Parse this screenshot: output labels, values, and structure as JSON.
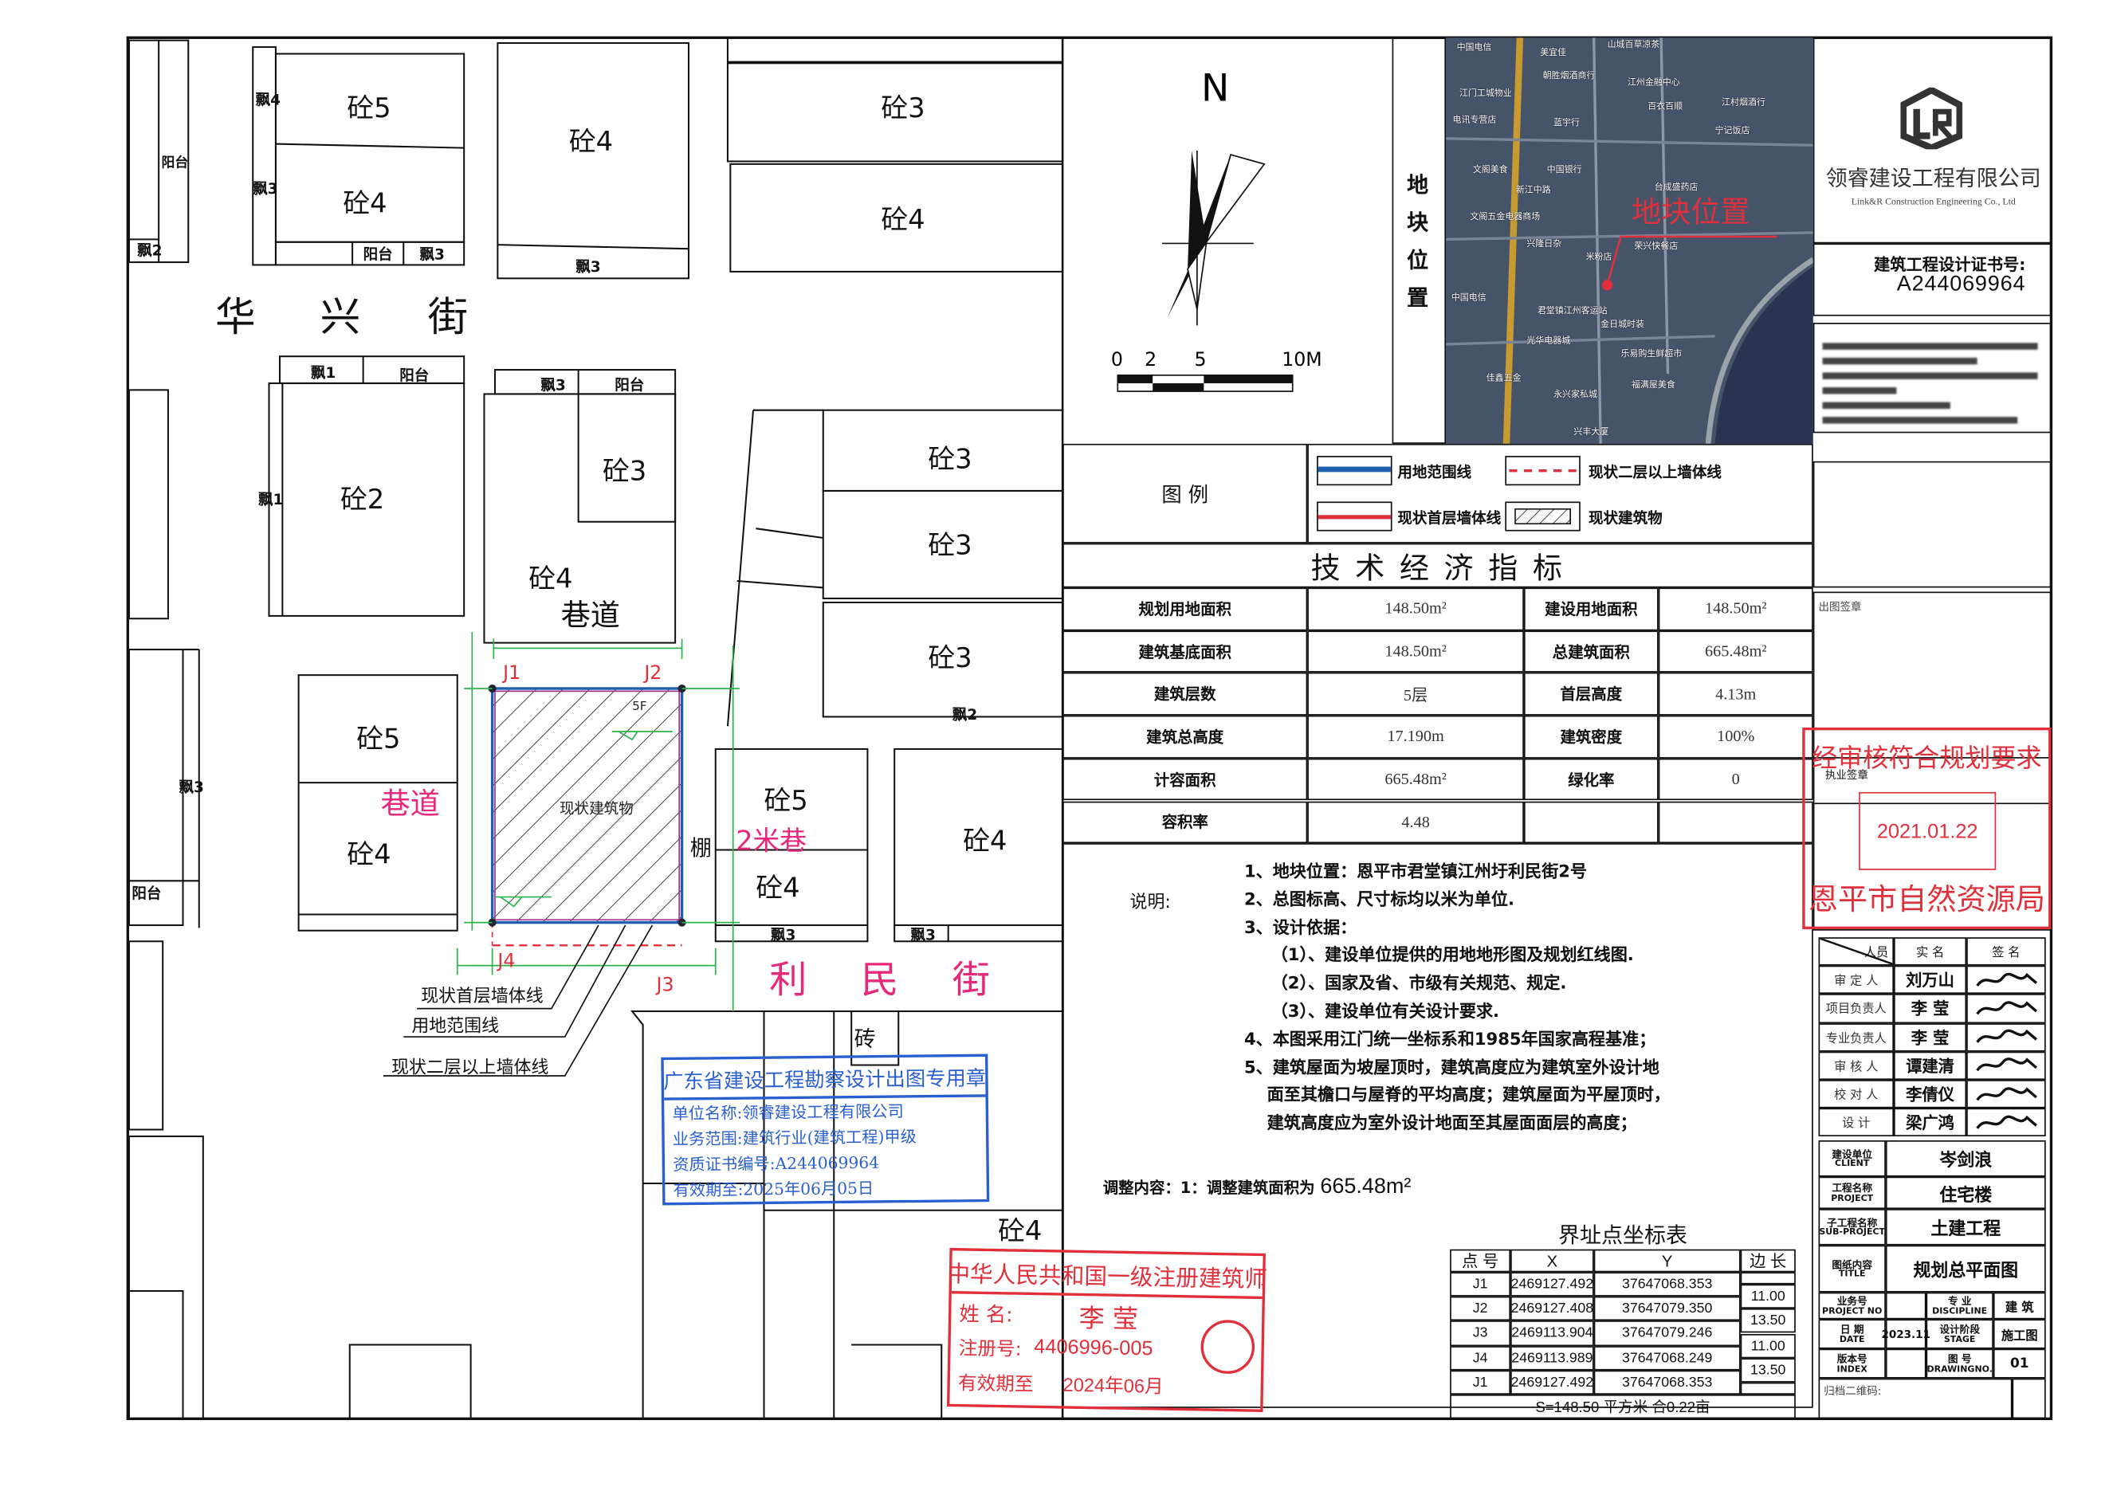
{
  "plan": {
    "streets": {
      "huaxing": [
        "华",
        "兴",
        "街"
      ],
      "limin": [
        "利",
        "民",
        "街"
      ]
    },
    "lane_left": "巷道",
    "lane_top": "巷道",
    "lane_2m": "2米巷",
    "shed": "棚",
    "brick": "砖",
    "existing_building": "现状建筑物",
    "floors": "5F",
    "points": {
      "j1": "J1",
      "j2": "J2",
      "j3": "J3",
      "j4": "J4"
    },
    "leaders": {
      "ground_wall": "现状首层墙体线",
      "site_boundary": "用地范围线",
      "upper_wall": "现状二层以上墙体线"
    },
    "blocks": [
      "砼5",
      "砼4",
      "砼4",
      "砼3",
      "砼4",
      "砼2",
      "砼3",
      "砼4",
      "砼3",
      "砼3",
      "砼3",
      "砼5",
      "砼4",
      "砼5",
      "砼4",
      "砼4",
      "砼4"
    ],
    "small": [
      "飘2",
      "阳台",
      "飘4",
      "飘3",
      "阳台",
      "飘3",
      "飘3",
      "飘1",
      "阳台",
      "飘1",
      "飘3",
      "阳台",
      "飘2",
      "飘3",
      "阳台",
      "飘3",
      "飘3"
    ],
    "colors": {
      "site_boundary": "#1f5fb0",
      "ground_wall": "#e0303c",
      "dimension": "#2bb24c",
      "pink_label": "#e8287a"
    }
  },
  "compass": {
    "north": "N",
    "scale_labels": [
      "0",
      "2",
      "5",
      "10M"
    ]
  },
  "location": {
    "title": "地块位置",
    "map_label": "地块位置",
    "pois": [
      "中国电信",
      "美宜佳",
      "山城百草凉茶",
      "江州金融中心",
      "朝胜烟酒商行",
      "江门工城物业",
      "百衣百顺",
      "江村烟酒行",
      "电讯专营店",
      "蓝宇行",
      "宁记饭店",
      "文阁美食",
      "中国银行",
      "新江中路",
      "台成盛药店",
      "文阁五金电器商场",
      "荣兴快餐店",
      "兴隆日杂",
      "米粉店",
      "中国电信",
      "君堂镇江州客运站",
      "金日城时装",
      "光华电器城",
      "乐易购生鲜超市",
      "佳鑫五金",
      "永兴家私城",
      "福满屋美食",
      "兴丰大厦"
    ]
  },
  "legend": {
    "title": "图 例",
    "items": [
      {
        "label": "用地范围线",
        "color": "#1f5fb0",
        "style": "solid-blue"
      },
      {
        "label": "现状二层以上墙体线",
        "color": "#e0303c",
        "style": "dashed-red"
      },
      {
        "label": "现状首层墙体线",
        "color": "#e0303c",
        "style": "solid-red"
      },
      {
        "label": "现状建筑物",
        "style": "hatched"
      }
    ]
  },
  "tech": {
    "title": "技 术 经 济 指 标",
    "rows": [
      [
        "规划用地面积",
        "148.50m²",
        "建设用地面积",
        "148.50m²"
      ],
      [
        "建筑基底面积",
        "148.50m²",
        "总建筑面积",
        "665.48m²"
      ],
      [
        "建筑层数",
        "5层",
        "首层高度",
        "4.13m"
      ],
      [
        "建筑总高度",
        "17.190m",
        "建筑密度",
        "100%"
      ],
      [
        "计容面积",
        "665.48m²",
        "绿化率",
        "0"
      ],
      [
        "容积率",
        "4.48",
        "",
        ""
      ]
    ]
  },
  "notes": {
    "label": "说明:",
    "lines": [
      "1、地块位置：恩平市君堂镇江州圩利民街2号",
      "2、总图标高、尺寸标均以米为单位.",
      "3、设计依据：",
      "（1）、建设单位提供的用地地形图及规划红线图.",
      "（2）、国家及省、市级有关规范、规定.",
      "（3）、建设单位有关设计要求.",
      "4、本图采用江门统一坐标系和1985年国家高程基准；",
      "5、建筑屋面为坡屋顶时，建筑高度应为建筑室外设计地",
      "面至其檐口与屋脊的平均高度；建筑屋面为平屋顶时，",
      "建筑高度应为室外设计地面至其屋面面层的高度；"
    ],
    "adjust_label": "调整内容：1：调整建筑面积为",
    "adjust_value": "665.48m²"
  },
  "coords": {
    "title": "界址点坐标表",
    "headers": [
      "点 号",
      "X",
      "Y",
      "边 长"
    ],
    "rows": [
      [
        "J1",
        "2469127.492",
        "37647068.353"
      ],
      [
        "J2",
        "2469127.408",
        "37647079.350"
      ],
      [
        "J3",
        "2469113.904",
        "37647079.246"
      ],
      [
        "J4",
        "2469113.989",
        "37647068.249"
      ],
      [
        "J1",
        "2469127.492",
        "37647068.353"
      ]
    ],
    "edges": [
      "11.00",
      "13.50",
      "11.00",
      "13.50"
    ],
    "summary": "S=148.50 平方米 合0.22亩"
  },
  "company": {
    "name_cn": "领睿建设工程有限公司",
    "name_en": "Link&R Construction Engineering Co., Ltd",
    "cert_label": "建筑工程设计证书号:",
    "cert_no": "A244069964"
  },
  "signoff": {
    "out_stamp": "出图签章",
    "practice_stamp": "执业签章",
    "headers": [
      "人员",
      "实 名",
      "签 名"
    ],
    "rows": [
      [
        "审 定 人",
        "刘万山"
      ],
      [
        "项目负责人",
        "李 莹"
      ],
      [
        "专业负责人",
        "李 莹"
      ],
      [
        "审 核 人",
        "谭建清"
      ],
      [
        "校 对 人",
        "李倩仪"
      ],
      [
        "设 计",
        "梁广鸿"
      ]
    ]
  },
  "info": {
    "client_label": [
      "建设单位",
      "CLIENT"
    ],
    "client": "岑剑浪",
    "project_label": [
      "工程名称",
      "PROJECT"
    ],
    "project": "住宅楼",
    "sub_label": [
      "子工程名称",
      "SUB-PROJECT"
    ],
    "sub": "土建工程",
    "title_label": [
      "图纸内容",
      "TITLE"
    ],
    "title": "规划总平面图",
    "projno_label": [
      "业务号",
      "PROJECT NO"
    ],
    "projno": "",
    "discipline_label": [
      "专 业",
      "DISCIPLINE"
    ],
    "discipline": "建 筑",
    "date_label": [
      "日 期",
      "DATE"
    ],
    "date": "2023.11",
    "stage_label": [
      "设计阶段",
      "STAGE"
    ],
    "stage": "施工图",
    "index_label": [
      "版本号",
      "INDEX"
    ],
    "index": "",
    "drawno_label": [
      "图 号",
      "DRAWINGNO."
    ],
    "drawno": "01",
    "qr_label": "归档二维码:"
  },
  "stamps": {
    "survey": {
      "title": "广东省建设工程勘察设计出图专用章",
      "lines": [
        "单位名称:领睿建设工程有限公司",
        "业务范围:建筑行业(建筑工程)甲级",
        "资质证书编号:A244069964",
        "有效期至:2025年06月05日"
      ],
      "color": "#2a5fd0"
    },
    "architect": {
      "title": "中华人民共和国一级注册建筑师",
      "name_label": "姓 名:",
      "name": "李 莹",
      "reg_label": "注册号:",
      "reg": "4406996-005",
      "valid_label": "有效期至",
      "valid": "2024年06月",
      "color": "#e0303c"
    },
    "approval": {
      "top": "经审核符合规划要求",
      "date": "2021.01.22",
      "bottom": "恩平市自然资源局",
      "color": "#e0303c"
    }
  }
}
